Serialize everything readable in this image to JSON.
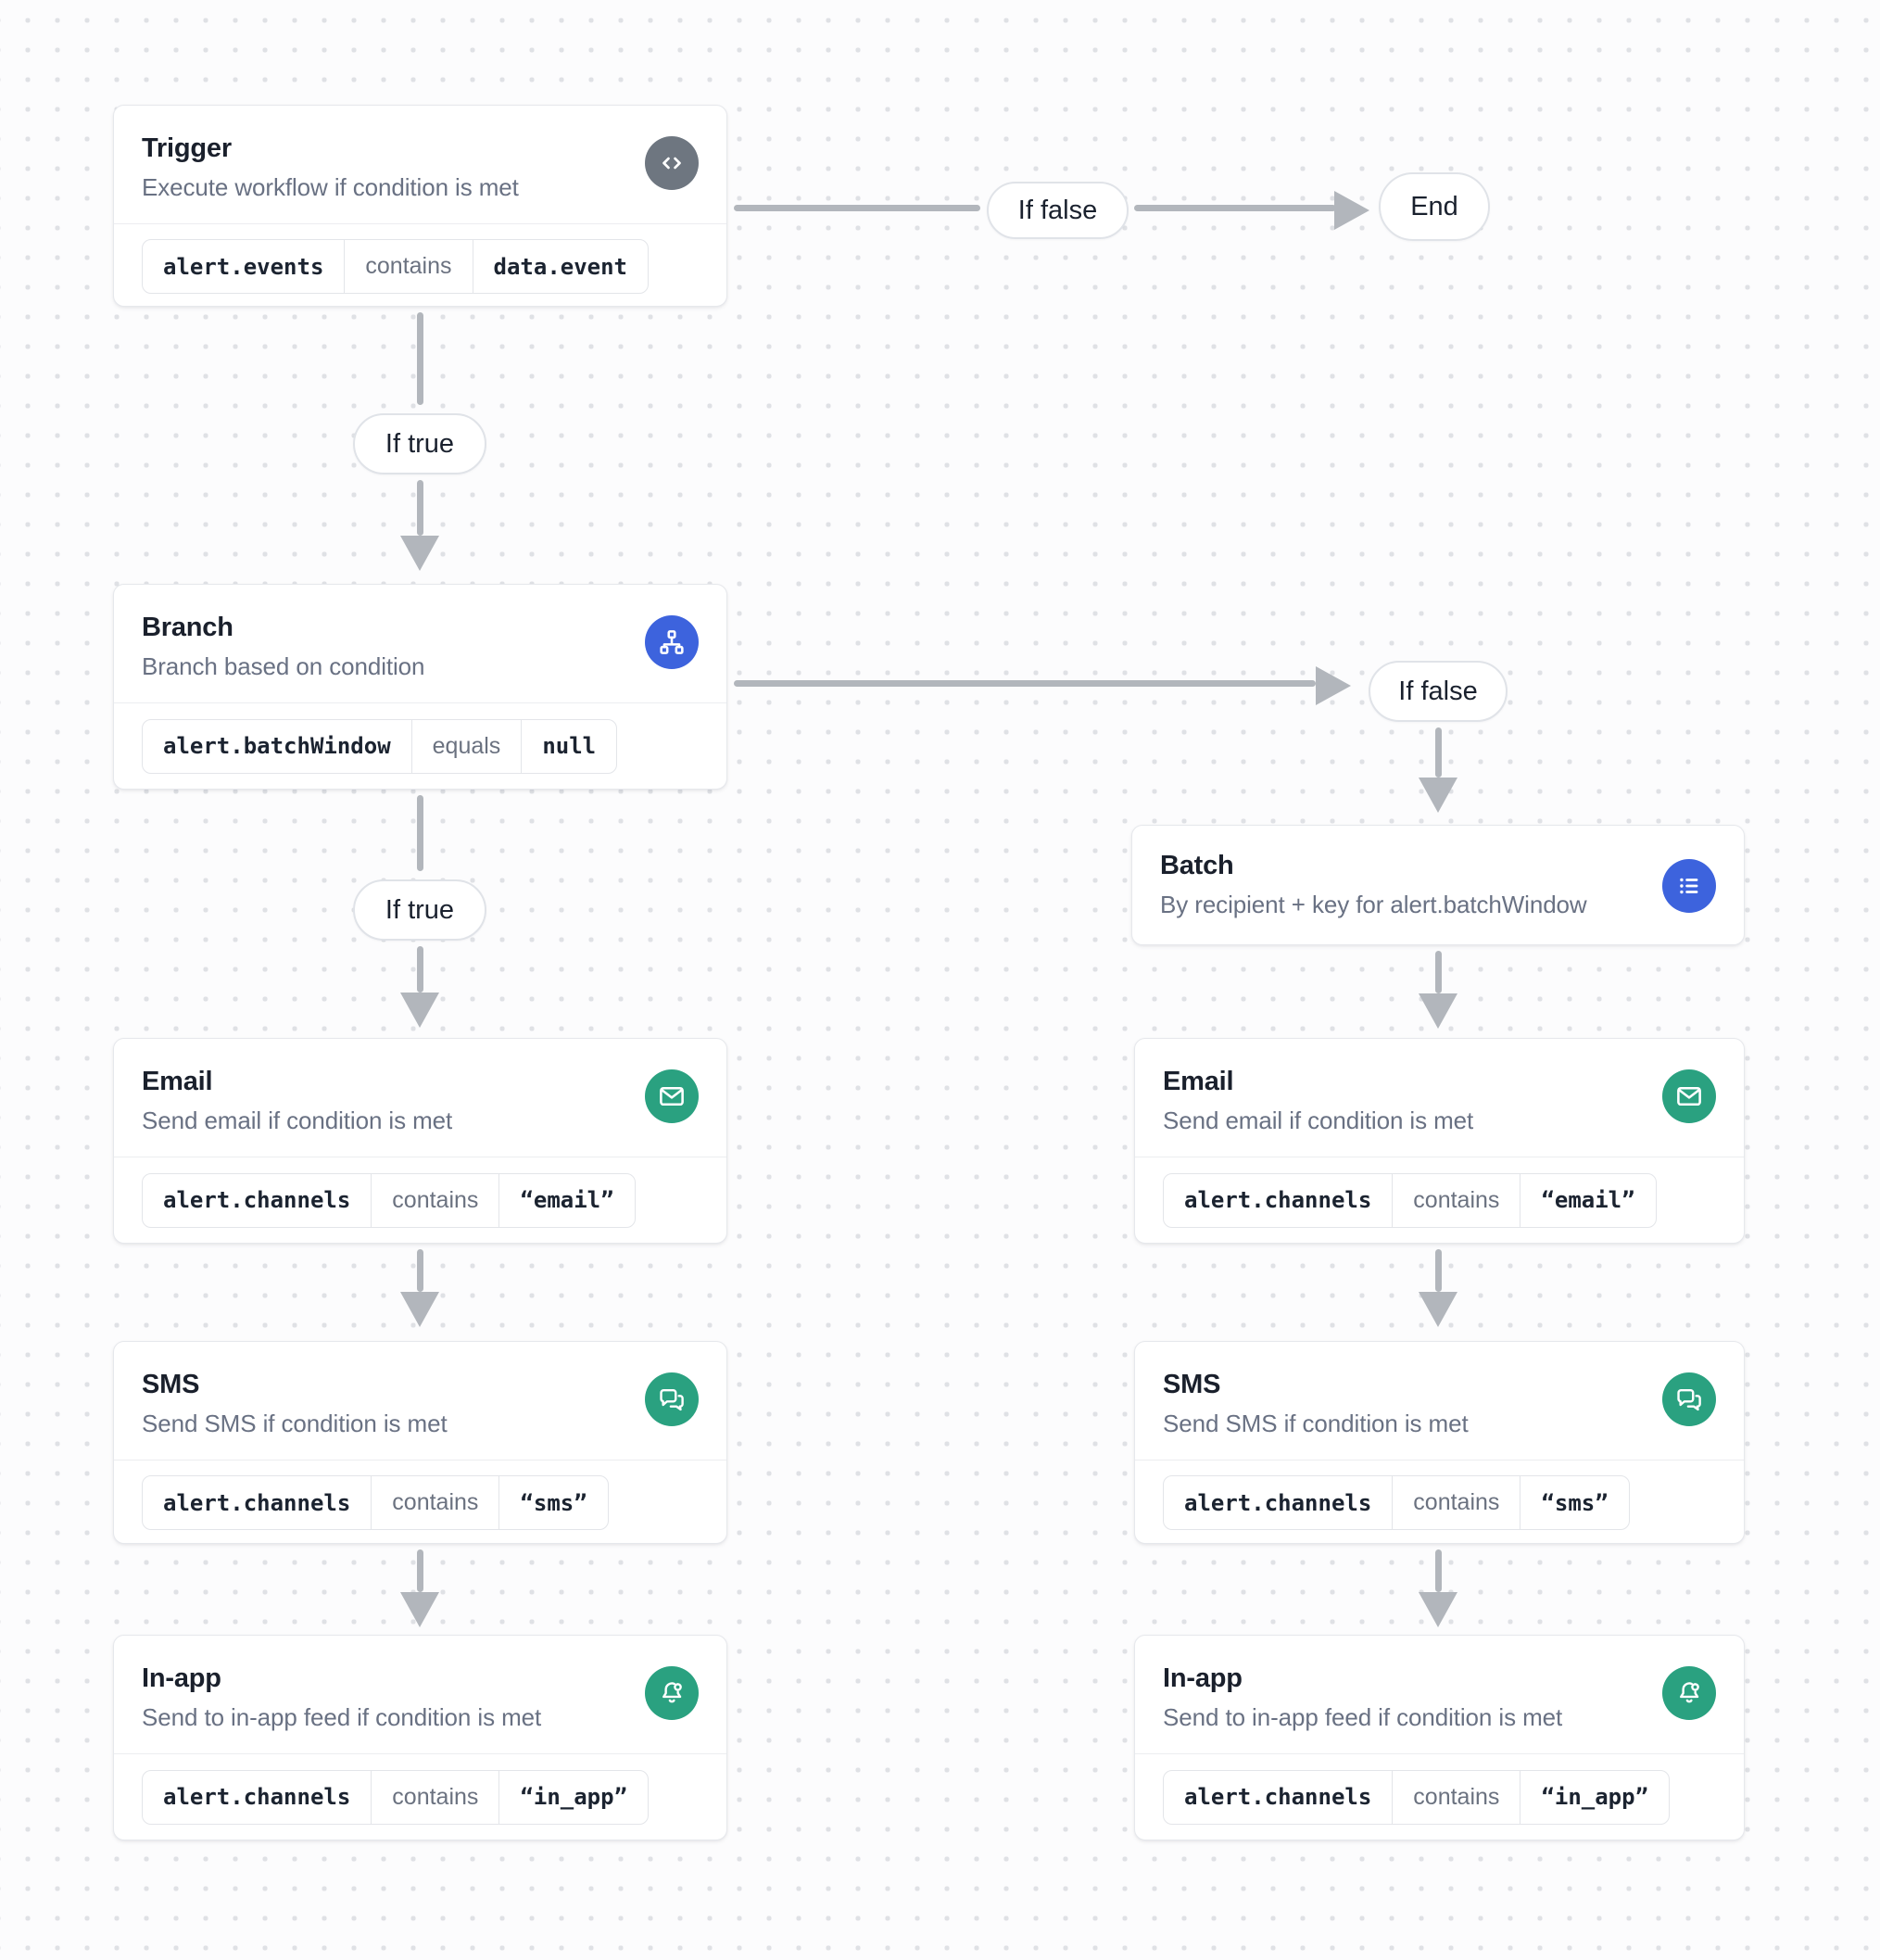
{
  "colors": {
    "trigger_icon_bg": "#6E7680",
    "logic_icon_bg": "#3D63DD",
    "channel_icon_bg": "#2AA180",
    "arrow": "#B2B6BC"
  },
  "nodes": {
    "trigger": {
      "title": "Trigger",
      "subtitle": "Execute workflow if condition is met",
      "icon": "code-icon",
      "condition": {
        "field": "alert.events",
        "operator": "contains",
        "value": "data.event"
      }
    },
    "branch": {
      "title": "Branch",
      "subtitle": "Branch based on condition",
      "icon": "sitemap-icon",
      "condition": {
        "field": "alert.batchWindow",
        "operator": "equals",
        "value": "null"
      }
    },
    "batch": {
      "title": "Batch",
      "subtitle": "By recipient + key for alert.batchWindow",
      "icon": "list-icon"
    },
    "email": {
      "title": "Email",
      "subtitle": "Send email if condition is met",
      "icon": "envelope-icon",
      "condition": {
        "field": "alert.channels",
        "operator": "contains",
        "value": "“email”"
      }
    },
    "sms": {
      "title": "SMS",
      "subtitle": "Send SMS if condition is met",
      "icon": "chat-bubbles-icon",
      "condition": {
        "field": "alert.channels",
        "operator": "contains",
        "value": "“sms”"
      }
    },
    "inapp": {
      "title": "In-app",
      "subtitle": "Send to in-app feed if condition is met",
      "icon": "bell-icon",
      "condition": {
        "field": "alert.channels",
        "operator": "contains",
        "value": "“in_app”"
      }
    }
  },
  "edge_labels": {
    "trigger_false": "If false",
    "trigger_true": "If true",
    "branch_false": "If false",
    "branch_true": "If true",
    "end": "End"
  }
}
